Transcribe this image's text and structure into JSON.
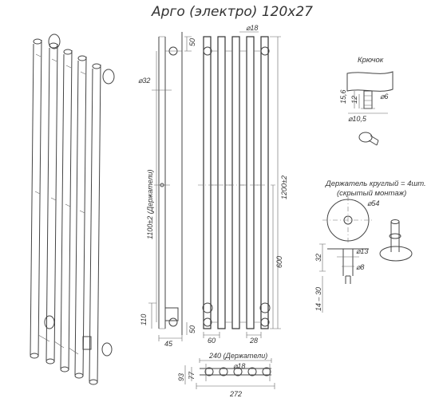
{
  "title": "Арго (электро) 120х27",
  "front_view": {
    "dims": {
      "pipe_diameter": "⌀18",
      "height": "1200±2",
      "middle": "600",
      "pitch_60": "60",
      "pitch_28": "28"
    }
  },
  "side_view": {
    "dims": {
      "diameter_32": "⌀32",
      "top_offset": "50",
      "holder_distance": "1100±2 (Держатели)",
      "bottom_110": "110",
      "bottom_50": "50",
      "depth_45": "45"
    }
  },
  "top_view": {
    "dims": {
      "holder_width": "240 (Держатели)",
      "width": "272",
      "depth_93": "93",
      "depth_77": "77",
      "pipe_diameter": "⌀18"
    }
  },
  "hook": {
    "label": "Крючок",
    "dims": {
      "d6": "⌀6",
      "d10_5": "⌀10,5",
      "h15_6": "15,6",
      "h12": "12"
    }
  },
  "holder": {
    "label_line1": "Держатель круглый = 4шт.",
    "label_line2": "(скрытый монтаж)",
    "dims": {
      "d54": "⌀54",
      "d13": "⌀13",
      "d8": "⌀8",
      "h32": "32",
      "range": "14 – 30"
    }
  }
}
